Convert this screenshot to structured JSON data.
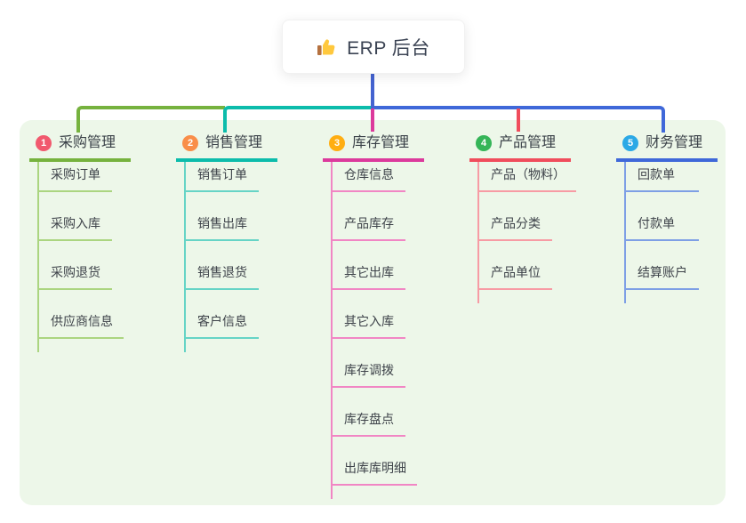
{
  "root": {
    "title": "ERP 后台",
    "icon": "thumbs-up"
  },
  "panel": {
    "bg": "#EDF7E9"
  },
  "connector": {
    "stem_color": "#4463D0"
  },
  "branches": [
    {
      "index": "1",
      "label": "采购管理",
      "color": "#76B23E",
      "light_color": "#ABD580",
      "badge_color": "#F1596E",
      "children": [
        "采购订单",
        "采购入库",
        "采购退货",
        "供应商信息"
      ]
    },
    {
      "index": "2",
      "label": "销售管理",
      "color": "#0CBCAB",
      "light_color": "#66D4C6",
      "badge_color": "#F98E49",
      "children": [
        "销售订单",
        "销售出库",
        "销售退货",
        "客户信息"
      ]
    },
    {
      "index": "3",
      "label": "库存管理",
      "color": "#DC3A9C",
      "light_color": "#F186C4",
      "badge_color": "#FFAE12",
      "children": [
        "仓库信息",
        "产品库存",
        "其它出库",
        "其它入库",
        "库存调拨",
        "库存盘点",
        "出库库明细"
      ]
    },
    {
      "index": "4",
      "label": "产品管理",
      "color": "#F04D5C",
      "light_color": "#F79BA4",
      "badge_color": "#35B558",
      "children": [
        "产品（物料）",
        "产品分类",
        "产品单位"
      ]
    },
    {
      "index": "5",
      "label": "财务管理",
      "color": "#3F68D9",
      "light_color": "#7E9FE5",
      "badge_color": "#2BA9E6",
      "children": [
        "回款单",
        "付款单",
        "结算账户"
      ]
    }
  ]
}
